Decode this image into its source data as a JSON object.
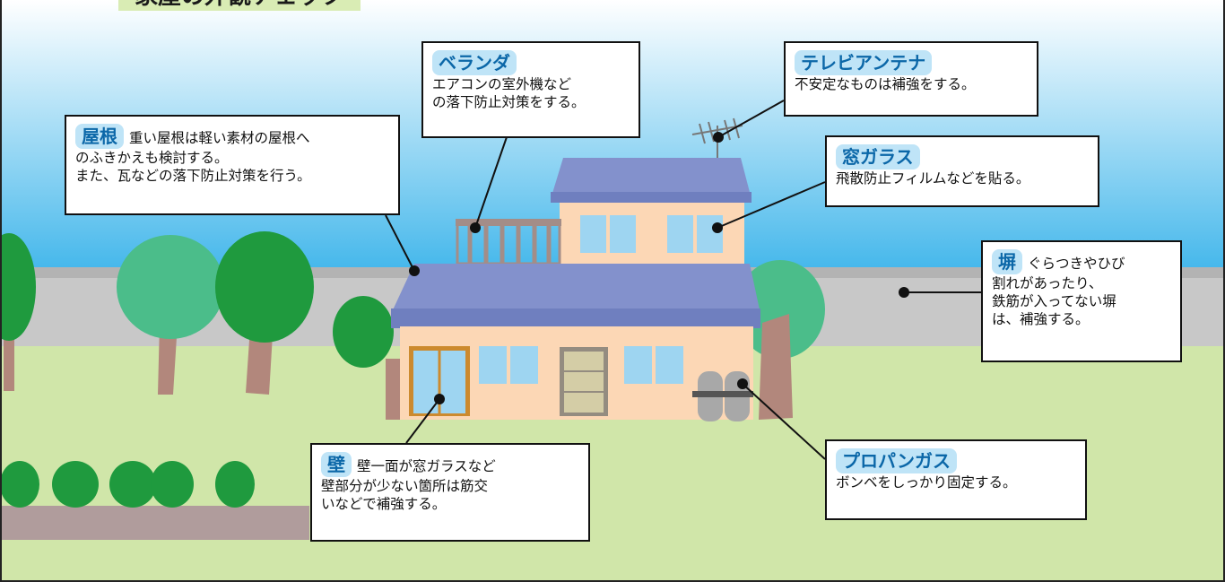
{
  "title": "家屋の外観チェック",
  "colors": {
    "sky_top": "#ffffff",
    "sky_bottom": "#39b3ea",
    "ground": "#d0e6a9",
    "wall_fence": "#c8c8c8",
    "roof": "#8391cc",
    "house_wall": "#fcd7b5",
    "window": "#9ed5f1",
    "tree_dark": "#1f9a3e",
    "tree_light": "#4bbd8a",
    "trunk": "#b2877c",
    "tag_bg": "#bfe4f7",
    "tag_text": "#0b67a8"
  },
  "callouts": {
    "roof": {
      "tag": "屋根",
      "text": "重い屋根は軽い素材の屋根へ\nのふきかえも検討する。\nまた、瓦などの落下防止対策を行う。"
    },
    "veranda": {
      "tag": "ベランダ",
      "text": "エアコンの室外機など\nの落下防止対策をする。"
    },
    "antenna": {
      "tag": "テレビアンテナ",
      "text": "不安定なものは補強をする。"
    },
    "window": {
      "tag": "窓ガラス",
      "text": "飛散防止フィルムなどを貼る。"
    },
    "fence": {
      "tag": "塀",
      "text": "ぐらつきやひび\n割れがあったり、\n鉄筋が入ってない塀\nは、補強する。"
    },
    "wall": {
      "tag": "壁",
      "text": "壁一面が窓ガラスなど\n壁部分が少ない箇所は筋交\nいなどで補強する。"
    },
    "propane": {
      "tag": "プロパンガス",
      "text": "ボンベをしっかり固定する。"
    }
  }
}
